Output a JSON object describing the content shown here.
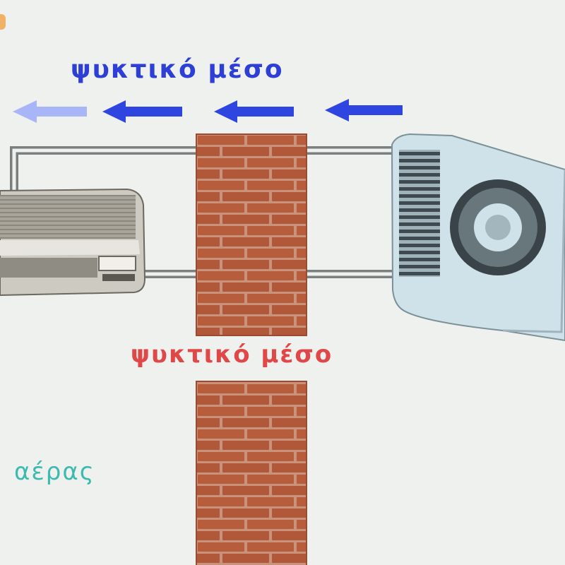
{
  "labels": {
    "refrigerant_top": "ψυκτικό μέσο",
    "refrigerant_middle": "ψυκτικό μέσο",
    "air": "αέρας"
  },
  "colors": {
    "background": "#eef1ee",
    "arrow_blue": "#2f45e0",
    "brick": "#b85d3c",
    "mortar": "#c9927a",
    "pipe": "#7a7f80",
    "outdoor_unit": "#cfe2ea",
    "indoor_unit": "#b7b3aa"
  },
  "icons": [
    "arrow-left-icon",
    "brick-wall",
    "indoor-ac-unit",
    "outdoor-ac-unit",
    "fan-icon"
  ]
}
